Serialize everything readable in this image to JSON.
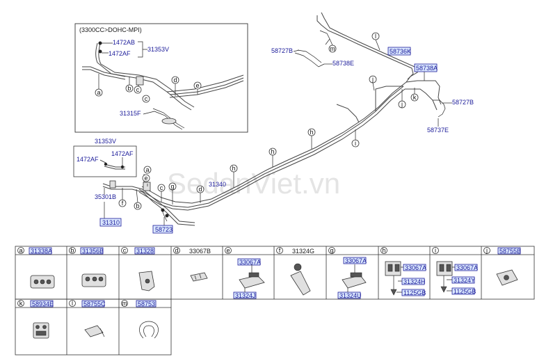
{
  "inset": {
    "title": "(3300CC>DOHC-MPI)"
  },
  "watermark": "SedanViet.vn",
  "labels": {
    "p1472AB": "1472AB",
    "p1472AF": "1472AF",
    "p31353V": "31353V",
    "p31315F": "31315F",
    "p31353V_b": "31353V",
    "p1472AF_b": "1472AF",
    "p1472AF_c": "1472AF",
    "p35301B": "35301B",
    "p31310": "31310",
    "p58723": "58723",
    "p31340": "31340",
    "p58727B_a": "58727B",
    "p58738E": "58738E",
    "p58736K": "58736K",
    "p58738A": "58738A",
    "p58727B_b": "58727B",
    "p58737E": "58737E"
  },
  "callouts": {
    "a": "a",
    "b": "b",
    "c": "c",
    "d": "d",
    "e": "e",
    "f": "f",
    "g": "g",
    "h": "h",
    "i": "i",
    "j": "j",
    "k": "k",
    "l": "l",
    "m": "m"
  },
  "table": {
    "row1": [
      {
        "letter": "a",
        "part": "31338A",
        "boxed": true
      },
      {
        "letter": "b",
        "part": "31356B",
        "boxed": true
      },
      {
        "letter": "c",
        "part": "31328",
        "boxed": true
      },
      {
        "letter": "d",
        "part": "33067B",
        "boxed": false
      },
      {
        "letter": "e",
        "part": "",
        "boxed": false,
        "sub": [
          "33067A",
          "31324J"
        ]
      },
      {
        "letter": "f",
        "part": "31324G",
        "boxed": false
      },
      {
        "letter": "g",
        "part": "",
        "boxed": false,
        "sub": [
          "33067A",
          "31324U"
        ]
      },
      {
        "letter": "h",
        "part": "",
        "boxed": false,
        "sub": [
          "33067A",
          "31324H",
          "1125GB"
        ]
      },
      {
        "letter": "i",
        "part": "",
        "boxed": false,
        "sub": [
          "33067A",
          "31324Y",
          "1125GB"
        ]
      },
      {
        "letter": "j",
        "part": "58755B",
        "boxed": true
      }
    ],
    "row2": [
      {
        "letter": "k",
        "part": "58934E",
        "boxed": true
      },
      {
        "letter": "l",
        "part": "58755C",
        "boxed": true
      },
      {
        "letter": "m",
        "part": "58753",
        "boxed": true
      }
    ]
  }
}
